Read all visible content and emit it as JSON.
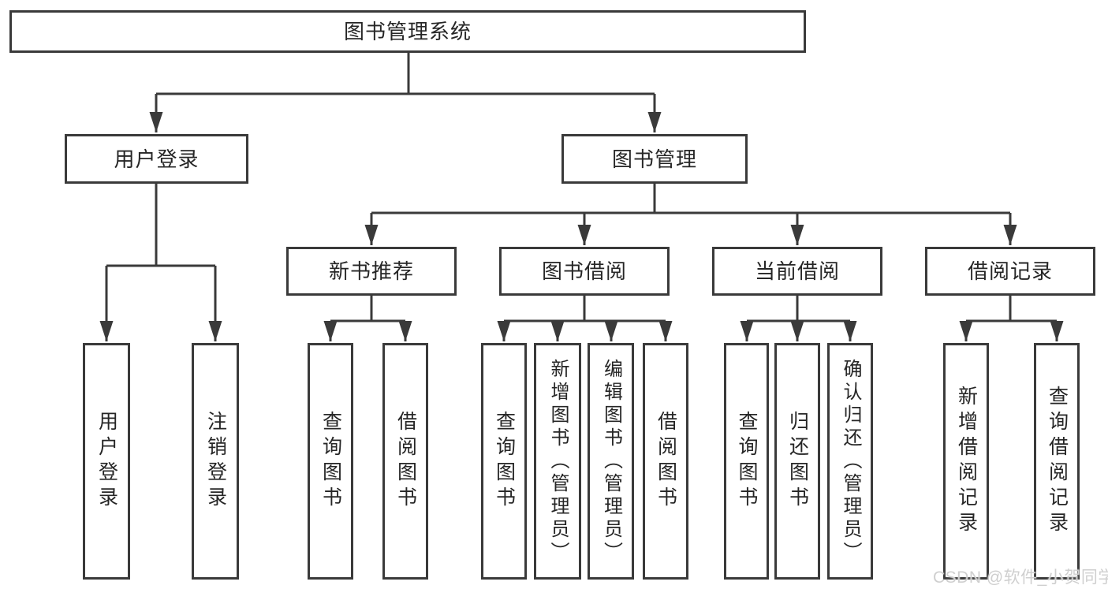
{
  "diagram": {
    "root": {
      "label": "图书管理系统"
    },
    "branches": [
      {
        "label": "用户登录",
        "children": [
          {
            "label": "用户登录"
          },
          {
            "label": "注销登录"
          }
        ]
      },
      {
        "label": "图书管理",
        "children": [
          {
            "label": "新书推荐",
            "children": [
              {
                "label": "查询图书"
              },
              {
                "label": "借阅图书"
              }
            ]
          },
          {
            "label": "图书借阅",
            "children": [
              {
                "label": "查询图书"
              },
              {
                "label": "新增图书（管理员）"
              },
              {
                "label": "编辑图书（管理员）"
              },
              {
                "label": "借阅图书"
              }
            ]
          },
          {
            "label": "当前借阅",
            "children": [
              {
                "label": "查询图书"
              },
              {
                "label": "归还图书"
              },
              {
                "label": "确认归还（管理员）"
              }
            ]
          },
          {
            "label": "借阅记录",
            "children": [
              {
                "label": "新增借阅记录"
              },
              {
                "label": "查询借阅记录"
              }
            ]
          }
        ]
      }
    ]
  },
  "watermark": {
    "text": "CSDN @软件_小贺同学"
  },
  "colors": {
    "line": "#3a3a3a",
    "text": "#262626",
    "background": "#ffffff",
    "watermark": "#cfcfcf"
  }
}
